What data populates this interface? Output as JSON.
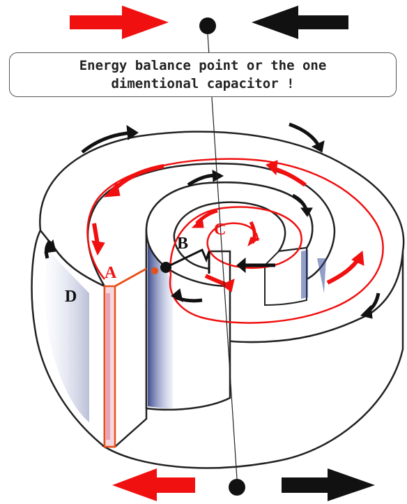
{
  "callout": {
    "line1": "Energy balance point or the one",
    "line2": "dimentional capacitor !"
  },
  "labels": {
    "a": "A",
    "b": "B",
    "c": "C",
    "d": "D"
  },
  "colors": {
    "red": "#f01010",
    "black": "#111111",
    "orange_edge": "#e8501a",
    "shading_blue": "#2a3f8f",
    "outline": "#222222"
  }
}
